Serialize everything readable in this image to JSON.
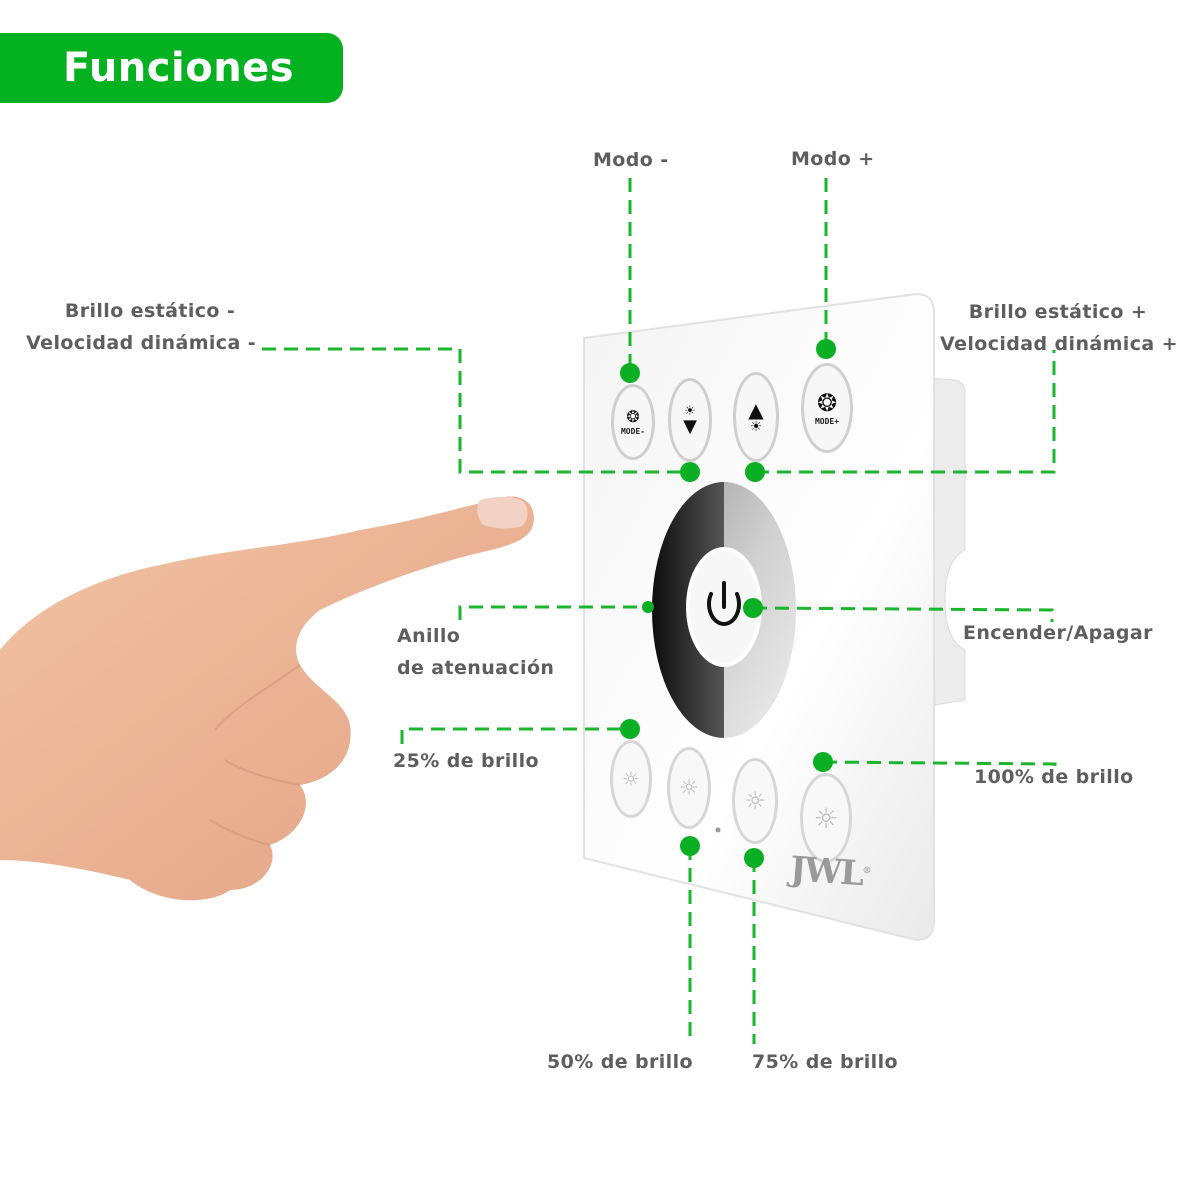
{
  "header": {
    "title": "Funciones",
    "accent_color": "#03b121"
  },
  "device": {
    "brand": "JWL",
    "registered_mark": "®",
    "buttons": {
      "mode_minus": {
        "caption": "MODE-",
        "icon": "film-reel-icon"
      },
      "brightness_down": {
        "icon": "sun-arrow-down-icon"
      },
      "brightness_up": {
        "icon": "sun-arrow-up-icon"
      },
      "mode_plus": {
        "caption": "MODE+",
        "icon": "film-reel-icon"
      },
      "power": {
        "icon": "power-icon"
      },
      "b25": {
        "icon": "sun-icon"
      },
      "b50": {
        "icon": "sun-icon"
      },
      "b75": {
        "icon": "sun-icon"
      },
      "b100": {
        "icon": "sun-icon"
      }
    }
  },
  "callouts": {
    "modo_minus": "Modo -",
    "modo_plus": "Modo +",
    "brillo_minus_line1": "Brillo estático -",
    "brillo_minus_line2": "Velocidad dinámica -",
    "brillo_plus_line1": "Brillo estático +",
    "brillo_plus_line2": "Velocidad dinámica +",
    "anillo_line1": "Anillo",
    "anillo_line2": "de atenuación",
    "encender": "Encender/Apagar",
    "b25": "25% de brillo",
    "b50": "50% de brillo",
    "b75": "75% de brillo",
    "b100": "100% de brillo"
  },
  "colors": {
    "callout_line": "#1bb52e",
    "callout_dot": "#0aaf24",
    "label_text": "#5e5e5e"
  }
}
